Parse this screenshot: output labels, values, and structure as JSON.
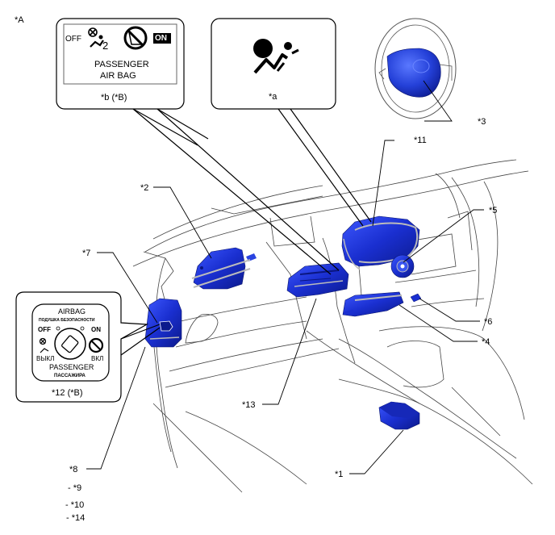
{
  "figure": {
    "view_label": "*A",
    "colors": {
      "part_blue": "#1a2fd0",
      "part_blue_dark": "#0c1a8c",
      "part_blue_light": "#4a63ff",
      "outline": "#333333",
      "leader": "#000000"
    }
  },
  "callouts": {
    "b_panel": {
      "label": "*b (*B)",
      "off_text": "OFF",
      "on_text": "ON",
      "line1": "PASSENGER",
      "line2": "AIR BAG",
      "icon_left": "airbag-off-occupant-icon",
      "icon_right": "child-seat-prohibited-icon"
    },
    "a_panel": {
      "label": "*a",
      "icon": "srs-airbag-warning-icon"
    },
    "switch_panel": {
      "label": "*12 (*B)",
      "title": "AIRBAG",
      "title_ru": "ПОДУШКА БЕЗОПАСНОСТИ",
      "off_text": "OFF",
      "on_text": "ON",
      "off_ru": "ВЫКЛ",
      "on_ru": "ВКЛ",
      "bottom": "PASSENGER",
      "bottom_ru": "ПАССАЖИРА"
    }
  },
  "labels": {
    "l1": "*1",
    "l2": "*2",
    "l3": "*3",
    "l4": "*4",
    "l5": "*5",
    "l6": "*6",
    "l7": "*7",
    "l8": "*8",
    "l9": "- *9",
    "l10": "- *10",
    "l11": "*11",
    "l13": "*13",
    "l14": "- *14"
  }
}
